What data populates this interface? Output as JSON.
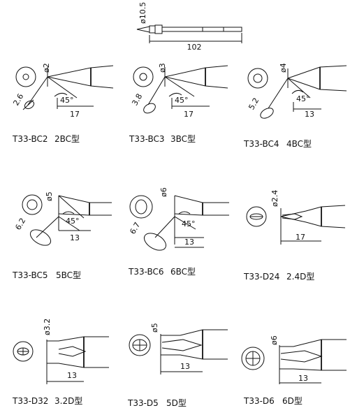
{
  "overview": {
    "diameter": "ø10.5",
    "length": "102"
  },
  "tips": [
    {
      "model": "T33-BC2",
      "type": "2BC型",
      "diameter": "ø2",
      "face": "2.6",
      "angle": "45°",
      "length": "17"
    },
    {
      "model": "T33-BC3",
      "type": "3BC型",
      "diameter": "ø3",
      "face": "3.8",
      "angle": "45°",
      "length": "17"
    },
    {
      "model": "T33-BC4",
      "type": "4BC型",
      "diameter": "ø4",
      "face": "5.2",
      "angle": "45°",
      "length": "13"
    },
    {
      "model": "T33-BC5",
      "type": "5BC型",
      "diameter": "ø5",
      "face": "6.2",
      "angle": "45°",
      "length": "13"
    },
    {
      "model": "T33-BC6",
      "type": "6BC型",
      "diameter": "ø6",
      "face": "6.7",
      "angle": "45°",
      "length": "13"
    },
    {
      "model": "T33-D24",
      "type": "2.4D型",
      "diameter": "ø2.4",
      "length": "17"
    },
    {
      "model": "T33-D32",
      "type": "3.2D型",
      "diameter": "ø3.2",
      "length": "13"
    },
    {
      "model": "T33-D5",
      "type": "5D型",
      "diameter": "ø5",
      "length": "13"
    },
    {
      "model": "T33-D6",
      "type": "6D型",
      "diameter": "ø6",
      "length": "13"
    }
  ]
}
